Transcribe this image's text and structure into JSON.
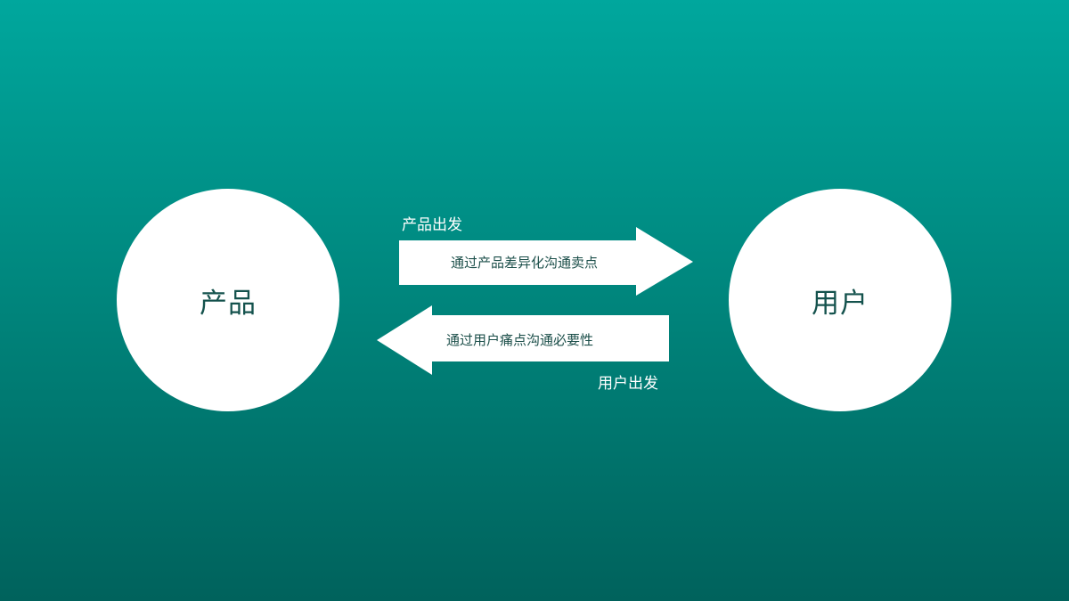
{
  "slide": {
    "background_top": "#00a79d",
    "background_bottom": "#00625c"
  },
  "nodes": {
    "left": {
      "label": "产品"
    },
    "right": {
      "label": "用户"
    }
  },
  "arrows": {
    "forward": {
      "caption": "产品出发",
      "text": "通过产品差异化沟通卖点"
    },
    "backward": {
      "caption": "用户出发",
      "text": "通过用户痛点沟通必要性"
    }
  }
}
